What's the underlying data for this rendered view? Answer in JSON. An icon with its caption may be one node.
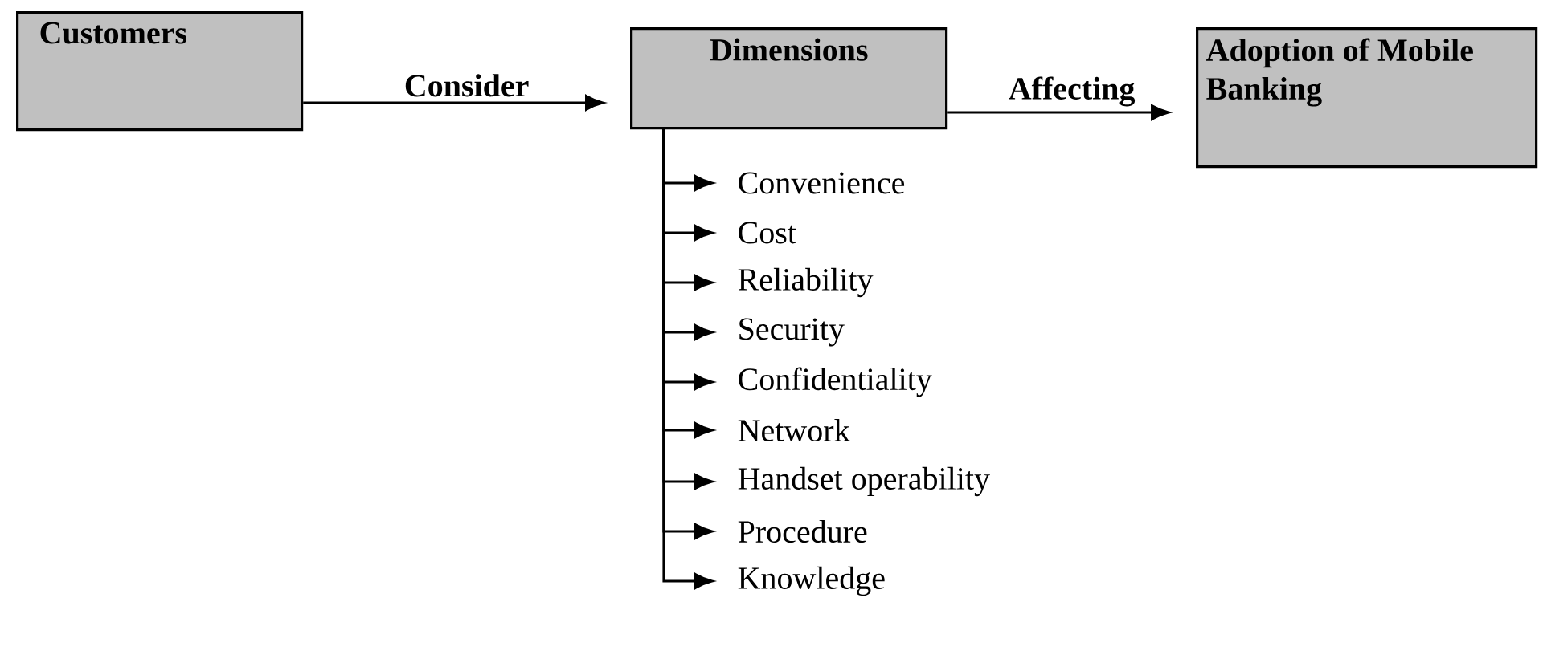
{
  "diagram": {
    "nodes": [
      {
        "text": [
          "Customers"
        ]
      },
      {
        "text": [
          "Dimensions"
        ]
      },
      {
        "text": [
          "Adoption of Mobile Banking"
        ]
      },
      {
        "text": [
          "Convenience"
        ]
      },
      {
        "text": [
          "Cost"
        ]
      },
      {
        "text": [
          "Reliability"
        ]
      },
      {
        "text": [
          "Security"
        ]
      },
      {
        "text": [
          "Confidentiality"
        ]
      },
      {
        "text": [
          "Network"
        ]
      },
      {
        "text": [
          "Handset operability"
        ]
      },
      {
        "text": [
          "Procedure"
        ]
      },
      {
        "text": [
          "Knowledge"
        ]
      }
    ],
    "edges": [
      {
        "from": 0,
        "to": 1,
        "arrow": "to",
        "label": "Consider"
      },
      {
        "from": 1,
        "to": 2,
        "arrow": "to",
        "label": "Affecting"
      },
      {
        "from": 1,
        "to": 3,
        "arrow": "to"
      },
      {
        "from": 1,
        "to": 4,
        "arrow": "to"
      },
      {
        "from": 1,
        "to": 5,
        "arrow": "to"
      },
      {
        "from": 1,
        "to": 6,
        "arrow": "to"
      },
      {
        "from": 1,
        "to": 7,
        "arrow": "to"
      },
      {
        "from": 1,
        "to": 8,
        "arrow": "to"
      },
      {
        "from": 1,
        "to": 9,
        "arrow": "to"
      },
      {
        "from": 1,
        "to": 10,
        "arrow": "to"
      },
      {
        "from": 1,
        "to": 11,
        "arrow": "to"
      }
    ]
  }
}
